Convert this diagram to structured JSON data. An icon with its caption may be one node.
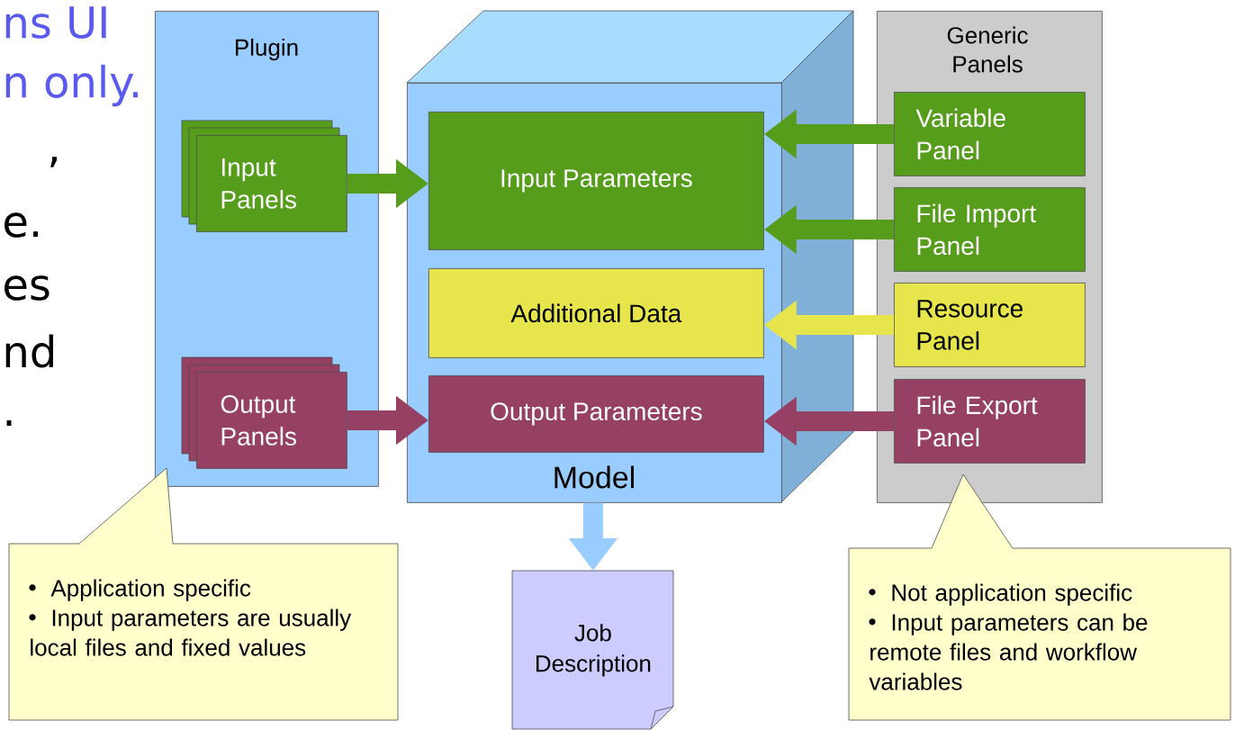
{
  "diagram": {
    "nodes": [
      {
        "text": [
          "Plugin"
        ]
      },
      {
        "text": [
          "Input Panels"
        ],
        "in": 0
      },
      {
        "text": [
          "Output Panels"
        ],
        "in": 0
      },
      {
        "text": [
          "Model"
        ]
      },
      {
        "text": [
          "Input Parameters"
        ],
        "in": 3
      },
      {
        "text": [
          "Additional Data"
        ],
        "in": 3
      },
      {
        "text": [
          "Output Parameters"
        ],
        "in": 3
      },
      {
        "text": [
          "Generic Panels"
        ]
      },
      {
        "text": [
          "Variable Panel"
        ],
        "in": 7
      },
      {
        "text": [
          "File Import Panel"
        ],
        "in": 7
      },
      {
        "text": [
          "Resource Panel"
        ],
        "in": 7
      },
      {
        "text": [
          "File Export Panel"
        ],
        "in": 7
      },
      {
        "text": [
          "Job Description"
        ]
      },
      {
        "text": [
          "Application specific",
          "Input parameters are usually local files and fixed values"
        ]
      },
      {
        "text": [
          "Not application specific",
          "Input parameters can be remote files and workflow variables"
        ]
      }
    ],
    "edges": [
      {
        "from": 1,
        "to": 4,
        "arrow": "to"
      },
      {
        "from": 2,
        "to": 6,
        "arrow": "to",
        "color": "#964064"
      },
      {
        "from": 8,
        "to": 4,
        "arrow": "to"
      },
      {
        "from": 9,
        "to": 4,
        "arrow": "to"
      },
      {
        "from": 10,
        "to": 5,
        "arrow": "to",
        "color": "#e6e64c"
      },
      {
        "from": 11,
        "to": 6,
        "arrow": "to",
        "color": "#964064"
      },
      {
        "from": 3,
        "to": 12,
        "arrow": "to",
        "color": "#99ccff"
      }
    ],
    "labels": [
      "ns UI",
      "n only.",
      ",",
      "e.",
      "es",
      "nd",
      "."
    ]
  }
}
